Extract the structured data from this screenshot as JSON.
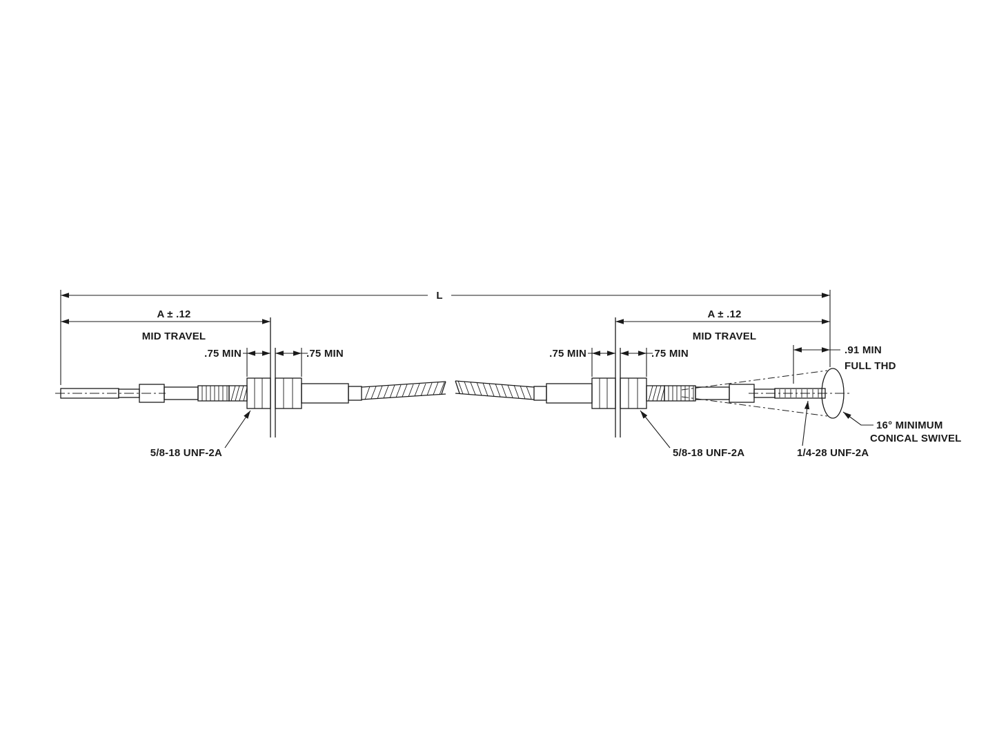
{
  "page": {
    "background": "#ffffff",
    "line_color": "#1a1a1a"
  },
  "dimensions": {
    "overall_length": "L",
    "left": {
      "travel_value": "A ± .12",
      "travel_caption": "MID TRAVEL",
      "min_thread_left": ".75 MIN",
      "min_thread_right": ".75 MIN",
      "thread_callout": "5/8-18 UNF-2A"
    },
    "right": {
      "travel_value": "A ± .12",
      "travel_caption": "MID TRAVEL",
      "min_thread_left": ".75 MIN",
      "min_thread_right": ".75 MIN",
      "thread_callout": "5/8-18 UNF-2A",
      "full_thread_value": ".91 MIN",
      "full_thread_caption": "FULL THD",
      "rod_thread_callout": "1/4-28 UNF-2A",
      "swivel_note_line1": "16° MINIMUM",
      "swivel_note_line2": "CONICAL SWIVEL"
    }
  }
}
